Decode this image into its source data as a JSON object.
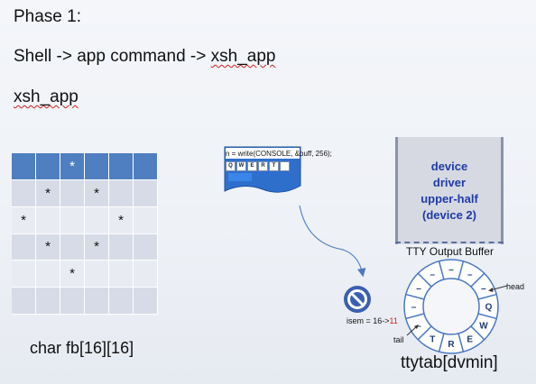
{
  "heading": {
    "phase": "Phase 1:",
    "flow": "Shell -> app command -> ",
    "flow_target": "xsh_app",
    "entry": "xsh_app"
  },
  "framebuffer": {
    "caption": "char fb[16][16]",
    "rows": [
      [
        "",
        "",
        "*",
        "",
        "",
        ""
      ],
      [
        "",
        "*",
        "",
        "*",
        "",
        ""
      ],
      [
        "*",
        "",
        "",
        "",
        "*",
        ""
      ],
      [
        "",
        "*",
        "",
        "*",
        "",
        ""
      ],
      [
        "",
        "",
        "*",
        "",
        "",
        ""
      ],
      [
        "",
        "",
        "",
        "",
        "",
        ""
      ]
    ]
  },
  "code_card": {
    "text": "n = write(CONSOLE, &buff,  256);",
    "keys": [
      "Q",
      "W",
      "E",
      "R",
      "T",
      ""
    ]
  },
  "driver": {
    "line1": "device",
    "line2": "driver",
    "line3": "upper-half",
    "line4": "(device 2)"
  },
  "tty": {
    "title": "TTY Output Buffer",
    "ring_label": "ttytab[dvmin]",
    "head_label": "head",
    "tail_label": "tail",
    "slots": [
      "–",
      "–",
      "–",
      "Q",
      "W",
      "E",
      "R",
      "T",
      "–",
      "–",
      "–",
      "–"
    ]
  },
  "semaphore": {
    "prefix": "isem = 16->",
    "value": "11"
  },
  "colors": {
    "grid_header": "#4f7fc0",
    "driver_text": "#1f3aa6",
    "ring": "#4a78c2",
    "sem_icon": "#3b5fb0"
  }
}
